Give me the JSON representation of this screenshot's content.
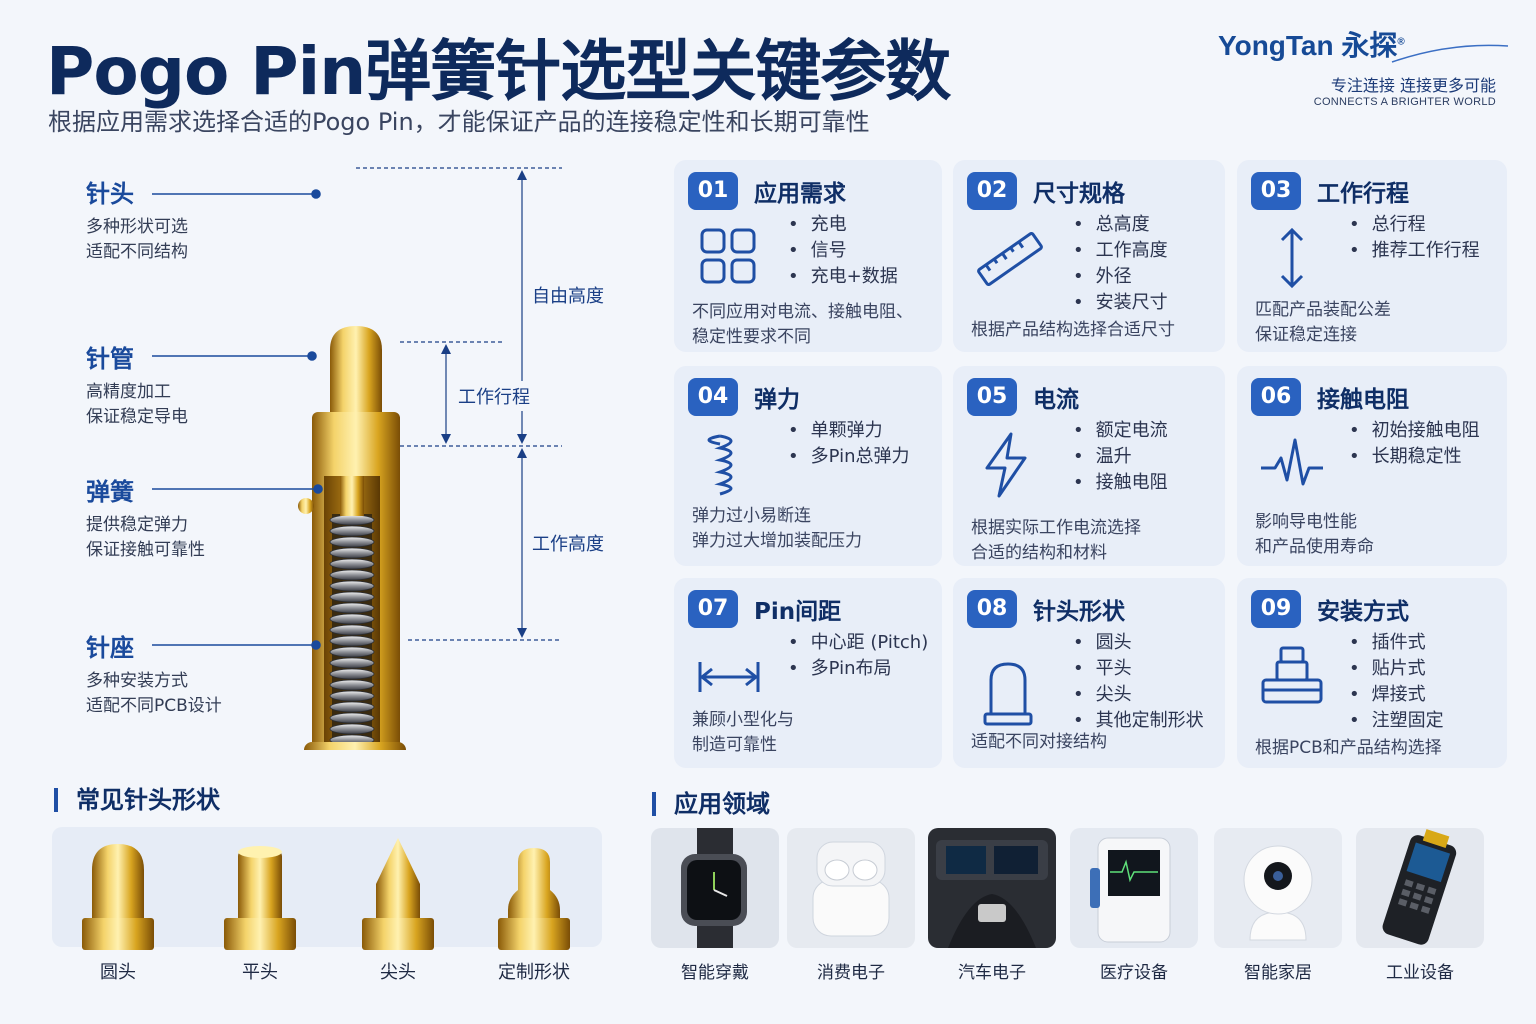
{
  "header": {
    "title": "Pogo Pin弹簧针选型关键参数",
    "subtitle": "根据应用需求选择合适的Pogo Pin，才能保证产品的连接稳定性和长期可靠性"
  },
  "brand": {
    "name": "YongTan 永探",
    "registered": "®",
    "slogan": "专注连接  连接更多可能",
    "slogan_en": "CONNECTS A BRIGHTER WORLD",
    "color": "#164a96"
  },
  "pin_parts": [
    {
      "name": "针头",
      "desc": [
        "多种形状可选",
        "适配不同结构"
      ]
    },
    {
      "name": "针管",
      "desc": [
        "高精度加工",
        "保证稳定导电"
      ]
    },
    {
      "name": "弹簧",
      "desc": [
        "提供稳定弹力",
        "保证接触可靠性"
      ]
    },
    {
      "name": "针座",
      "desc": [
        "多种安装方式",
        "适配不同PCB设计"
      ]
    }
  ],
  "dimensions": {
    "free_height": "自由高度",
    "working_stroke": "工作行程",
    "working_height": "工作高度"
  },
  "cards": [
    {
      "num": "01",
      "title": "应用需求",
      "icon": "grid-icon",
      "items": [
        "充电",
        "信号",
        "充电+数据"
      ],
      "note": [
        "不同应用对电流、接触电阻、",
        "稳定性要求不同"
      ]
    },
    {
      "num": "02",
      "title": "尺寸规格",
      "icon": "ruler-icon",
      "items": [
        "总高度",
        "工作高度",
        "外径",
        "安装尺寸"
      ],
      "note": [
        "根据产品结构选择合适尺寸"
      ]
    },
    {
      "num": "03",
      "title": "工作行程",
      "icon": "vertical-arrow-icon",
      "items": [
        "总行程",
        "推荐工作行程"
      ],
      "note": [
        "匹配产品装配公差",
        "保证稳定连接"
      ]
    },
    {
      "num": "04",
      "title": "弹力",
      "icon": "spring-icon",
      "items": [
        "单颗弹力",
        "多Pin总弹力"
      ],
      "note": [
        "弹力过小易断连",
        "弹力过大增加装配压力"
      ]
    },
    {
      "num": "05",
      "title": "电流",
      "icon": "lightning-icon",
      "items": [
        "额定电流",
        "温升",
        "接触电阻"
      ],
      "note": [
        "根据实际工作电流选择",
        "合适的结构和材料"
      ]
    },
    {
      "num": "06",
      "title": "接触电阻",
      "icon": "pulse-icon",
      "items": [
        "初始接触电阻",
        "长期稳定性"
      ],
      "note": [
        "影响导电性能",
        "和产品使用寿命"
      ]
    },
    {
      "num": "07",
      "title": "Pin间距",
      "icon": "pitch-arrow-icon",
      "items": [
        "中心距 (Pitch)",
        "多Pin布局"
      ],
      "note": [
        "兼顾小型化与",
        "制造可靠性"
      ]
    },
    {
      "num": "08",
      "title": "针头形状",
      "icon": "pin-head-icon",
      "items": [
        "圆头",
        "平头",
        "尖头",
        "其他定制形状"
      ],
      "note": [
        "适配不同对接结构"
      ]
    },
    {
      "num": "09",
      "title": "安装方式",
      "icon": "mount-icon",
      "items": [
        "插件式",
        "贴片式",
        "焊接式",
        "注塑固定"
      ],
      "note": [
        "根据PCB和产品结构选择"
      ]
    }
  ],
  "tips_section": {
    "title": "常见针头形状",
    "items": [
      {
        "label": "圆头",
        "shape": "round"
      },
      {
        "label": "平头",
        "shape": "flat"
      },
      {
        "label": "尖头",
        "shape": "pointed"
      },
      {
        "label": "定制形状",
        "shape": "custom"
      }
    ]
  },
  "apps_section": {
    "title": "应用领域",
    "items": [
      {
        "label": "智能穿戴",
        "icon": "smartwatch-icon"
      },
      {
        "label": "消费电子",
        "icon": "earbuds-icon"
      },
      {
        "label": "汽车电子",
        "icon": "car-console-icon"
      },
      {
        "label": "医疗设备",
        "icon": "medical-monitor-icon"
      },
      {
        "label": "智能家居",
        "icon": "home-camera-icon"
      },
      {
        "label": "工业设备",
        "icon": "handheld-terminal-icon"
      }
    ]
  },
  "colors": {
    "accent": "#2a62c0",
    "title": "#0e2a5c",
    "card_bg": "#e8eef8",
    "gold": "#d9a520"
  }
}
